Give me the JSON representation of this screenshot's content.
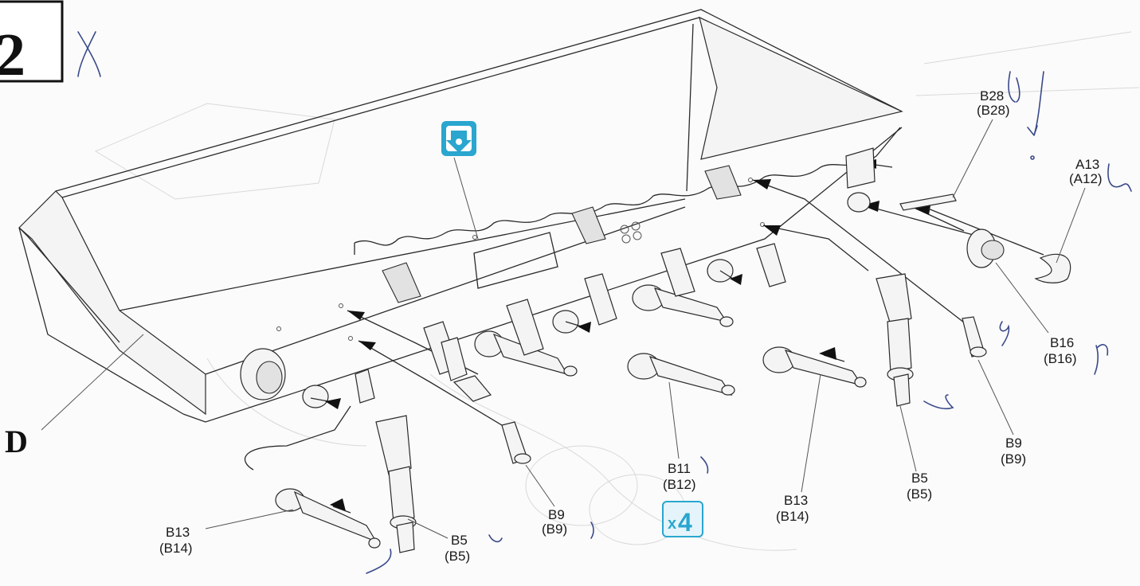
{
  "step": {
    "number": "2"
  },
  "hull_part": {
    "label": "D"
  },
  "quantity_badge": {
    "multiplier": "x",
    "count": "4",
    "color": "#2aa6cf"
  },
  "drill_icon": {
    "icon": "drill-hole-icon",
    "color": "#2aa6cf"
  },
  "part_labels": [
    {
      "id": "lbl-b28",
      "line1": "B28",
      "line2": "(B28)"
    },
    {
      "id": "lbl-a13",
      "line1": "A13",
      "line2": "(A12)"
    },
    {
      "id": "lbl-b16",
      "line1": "B16",
      "line2": "(B16)"
    },
    {
      "id": "lbl-b9-right",
      "line1": "B9",
      "line2": "(B9)"
    },
    {
      "id": "lbl-b5-right",
      "line1": "B5",
      "line2": "(B5)"
    },
    {
      "id": "lbl-b13-mid",
      "line1": "B13",
      "line2": "(B14)"
    },
    {
      "id": "lbl-b11",
      "line1": "B11",
      "line2": "(B12)"
    },
    {
      "id": "lbl-b9-left",
      "line1": "B9",
      "line2": "(B9)"
    },
    {
      "id": "lbl-b5-left",
      "line1": "B5",
      "line2": "(B5)"
    },
    {
      "id": "lbl-b13-left",
      "line1": "B13",
      "line2": "(B14)"
    }
  ]
}
